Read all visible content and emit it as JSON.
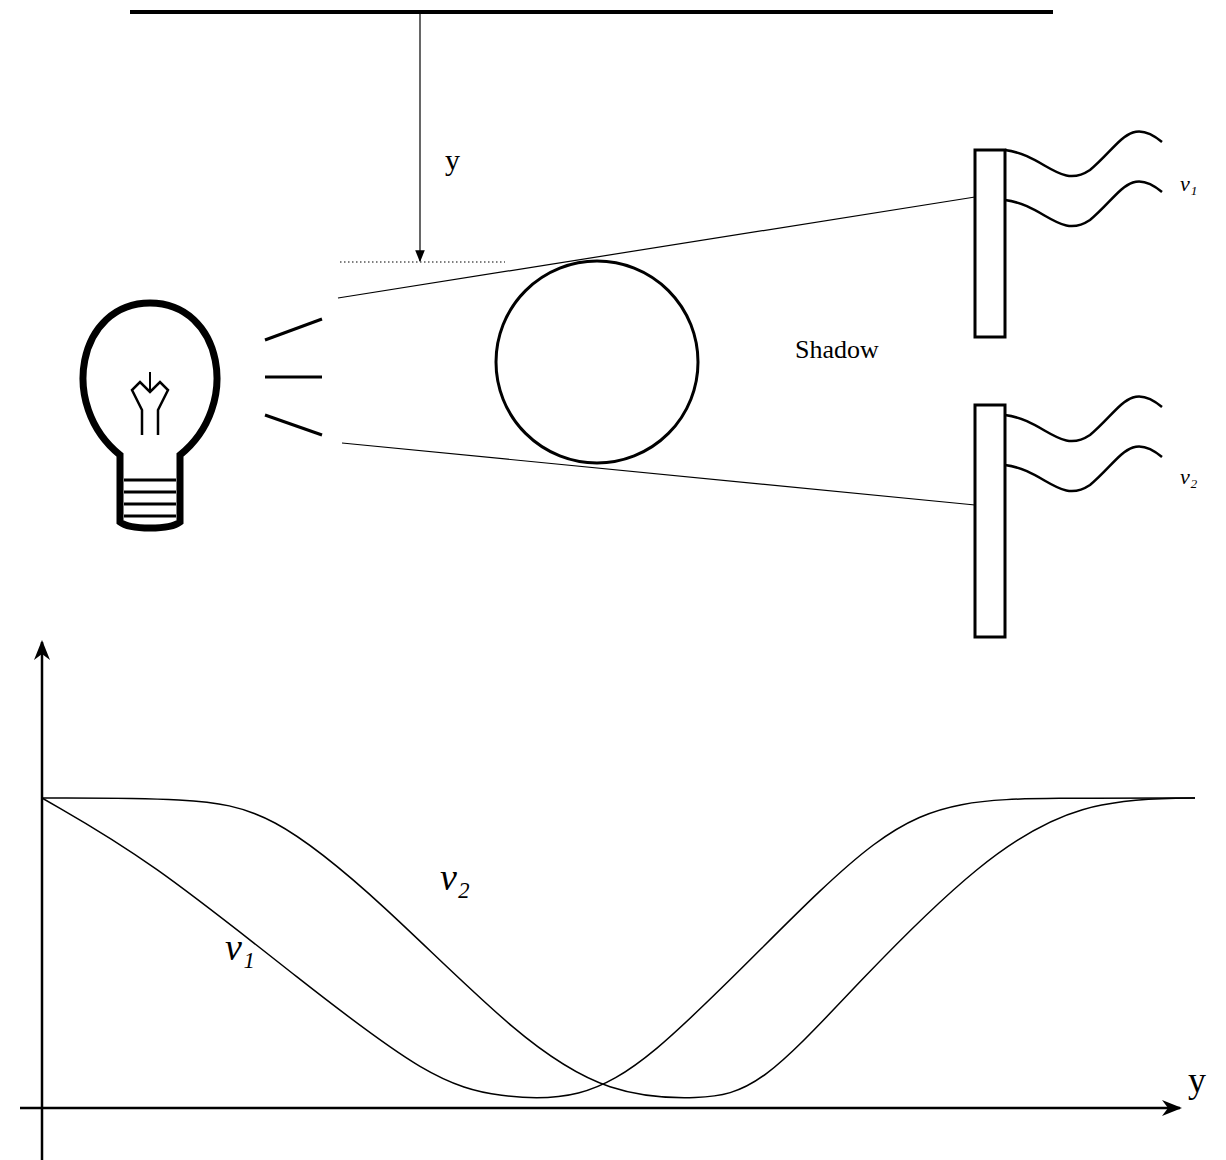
{
  "diagram": {
    "labels": [
      "y",
      "v₁",
      "v₂",
      "Shadow",
      "v₂",
      "v₁",
      "y"
    ]
  }
}
